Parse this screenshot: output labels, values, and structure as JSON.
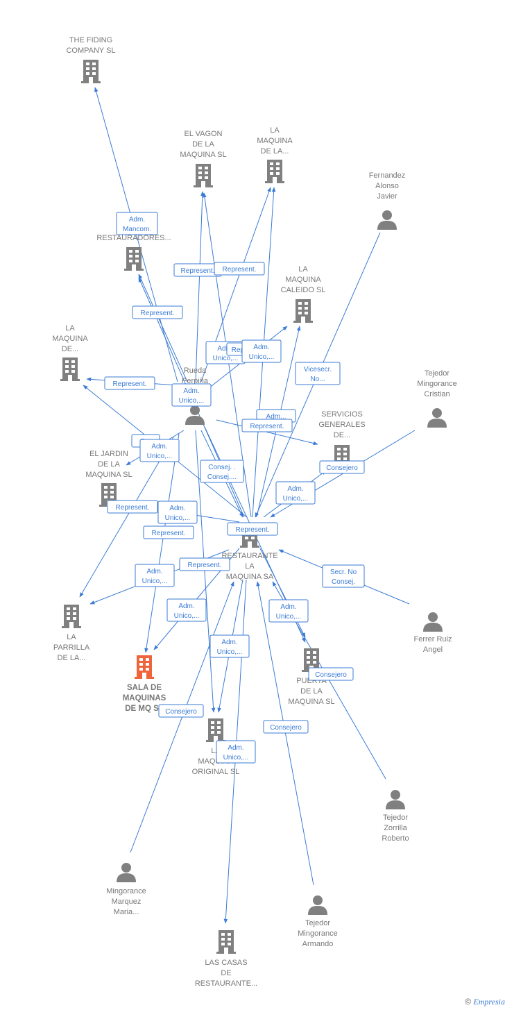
{
  "colors": {
    "edge": "#3a7bd5",
    "building": "#808080",
    "building_highlight": "#f0643c",
    "person": "#808080",
    "label": "#777777"
  },
  "footer": {
    "copyright": "©",
    "brand": "Empresia"
  },
  "nodes": [
    {
      "id": "fiding",
      "kind": "company",
      "label": [
        "THE FIDING",
        "COMPANY  SL"
      ]
    },
    {
      "id": "vagon",
      "kind": "company",
      "label": [
        "EL VAGON",
        "DE LA",
        "MAQUINA  SL"
      ]
    },
    {
      "id": "maqdela",
      "kind": "company",
      "label": [
        "LA",
        "MAQUINA",
        "DE LA..."
      ]
    },
    {
      "id": "restauradores",
      "kind": "company",
      "label": [
        "E...",
        "RESTAURADORES..."
      ]
    },
    {
      "id": "caleido",
      "kind": "company",
      "label": [
        "LA",
        "MAQUINA",
        "CALEIDO  SL"
      ]
    },
    {
      "id": "maqde",
      "kind": "company",
      "label": [
        "LA",
        "MAQUINA",
        "DE..."
      ]
    },
    {
      "id": "servicios",
      "kind": "company",
      "label": [
        "SERVICIOS",
        "GENERALES",
        "DE..."
      ]
    },
    {
      "id": "jardin",
      "kind": "company",
      "label": [
        "EL JARDIN",
        "DE LA",
        "MAQUINA  SL"
      ]
    },
    {
      "id": "restsa",
      "kind": "company",
      "label": [
        "RESTAURANTE",
        "LA",
        "MAQUINA SA"
      ]
    },
    {
      "id": "parrilla",
      "kind": "company",
      "label": [
        "LA",
        "PARRILLA",
        "DE LA..."
      ]
    },
    {
      "id": "sala",
      "kind": "company",
      "highlight": true,
      "label": [
        "SALA DE",
        "MAQUINAS",
        "DE MQ  SL"
      ]
    },
    {
      "id": "puerta",
      "kind": "company",
      "label": [
        "PUERTA",
        "DE LA",
        "MAQUINA  SL"
      ]
    },
    {
      "id": "original",
      "kind": "company",
      "label": [
        "LA",
        "MAQUINA",
        "ORIGINAL  SL"
      ]
    },
    {
      "id": "casas",
      "kind": "company",
      "label": [
        "LAS CASAS",
        "DE",
        "RESTAURANTE..."
      ]
    },
    {
      "id": "fernandez",
      "kind": "person",
      "label": [
        "Fernandez",
        "Alonso",
        "Javier"
      ]
    },
    {
      "id": "rueda",
      "kind": "person",
      "label": [
        "Rueda",
        "Perpiña",
        "...ar"
      ]
    },
    {
      "id": "cristian",
      "kind": "person",
      "label": [
        "Tejedor",
        "Mingorance",
        "Cristian"
      ]
    },
    {
      "id": "ferrer",
      "kind": "person",
      "label": [
        "Ferrer Ruiz",
        "Angel"
      ]
    },
    {
      "id": "roberto",
      "kind": "person",
      "label": [
        "Tejedor",
        "Zorrilla",
        "Roberto"
      ]
    },
    {
      "id": "mmaria",
      "kind": "person",
      "label": [
        "Mingorance",
        "Marquez",
        "Maria..."
      ]
    },
    {
      "id": "armando",
      "kind": "person",
      "label": [
        "Tejedor",
        "Mingorance",
        "Armando"
      ]
    }
  ],
  "edge_labels": [
    {
      "id": "l1",
      "lines": [
        "Adm.",
        "Mancom."
      ]
    },
    {
      "id": "l2",
      "lines": [
        "Represent."
      ]
    },
    {
      "id": "l3",
      "lines": [
        "Represent."
      ]
    },
    {
      "id": "l4",
      "lines": [
        "Represent."
      ]
    },
    {
      "id": "l5",
      "lines": [
        "Adm.",
        "Unico,..."
      ]
    },
    {
      "id": "l6",
      "lines": [
        "Rep..."
      ]
    },
    {
      "id": "l7",
      "lines": [
        "Adm.",
        "Unico,..."
      ]
    },
    {
      "id": "l8",
      "lines": [
        "Vicesecr.",
        "No..."
      ]
    },
    {
      "id": "l9",
      "lines": [
        "Represent."
      ]
    },
    {
      "id": "l10",
      "lines": [
        "Adm.",
        "Unico,..."
      ]
    },
    {
      "id": "l11",
      "lines": [
        "Adm..."
      ]
    },
    {
      "id": "l12",
      "lines": [
        "Represent."
      ]
    },
    {
      "id": "l13",
      "lines": [
        "R..."
      ]
    },
    {
      "id": "l14",
      "lines": [
        "Adm.",
        "Unico,..."
      ]
    },
    {
      "id": "l15",
      "lines": [
        "Consejero"
      ]
    },
    {
      "id": "l16",
      "lines": [
        "Consej. .",
        "Consej...."
      ]
    },
    {
      "id": "l17",
      "lines": [
        "Adm.",
        "Unico,..."
      ]
    },
    {
      "id": "l18",
      "lines": [
        "Represent."
      ]
    },
    {
      "id": "l19",
      "lines": [
        "Adm.",
        "Unico,..."
      ]
    },
    {
      "id": "l20",
      "lines": [
        "Represent."
      ]
    },
    {
      "id": "l21",
      "lines": [
        "Represent."
      ]
    },
    {
      "id": "l22",
      "lines": [
        "Represent."
      ]
    },
    {
      "id": "l23",
      "lines": [
        "Adm.",
        "Unico,..."
      ]
    },
    {
      "id": "l24",
      "lines": [
        "Secr.  No",
        "Consej."
      ]
    },
    {
      "id": "l25",
      "lines": [
        "Adm.",
        "Unico,..."
      ]
    },
    {
      "id": "l26",
      "lines": [
        "Adm.",
        "Unico,..."
      ]
    },
    {
      "id": "l27",
      "lines": [
        "Adm.",
        "Unico,..."
      ]
    },
    {
      "id": "l28",
      "lines": [
        "Consejero"
      ]
    },
    {
      "id": "l29",
      "lines": [
        "Consejero"
      ]
    },
    {
      "id": "l30",
      "lines": [
        "Consejero"
      ]
    },
    {
      "id": "l31",
      "lines": [
        "Adm.",
        "Unico,..."
      ]
    }
  ]
}
